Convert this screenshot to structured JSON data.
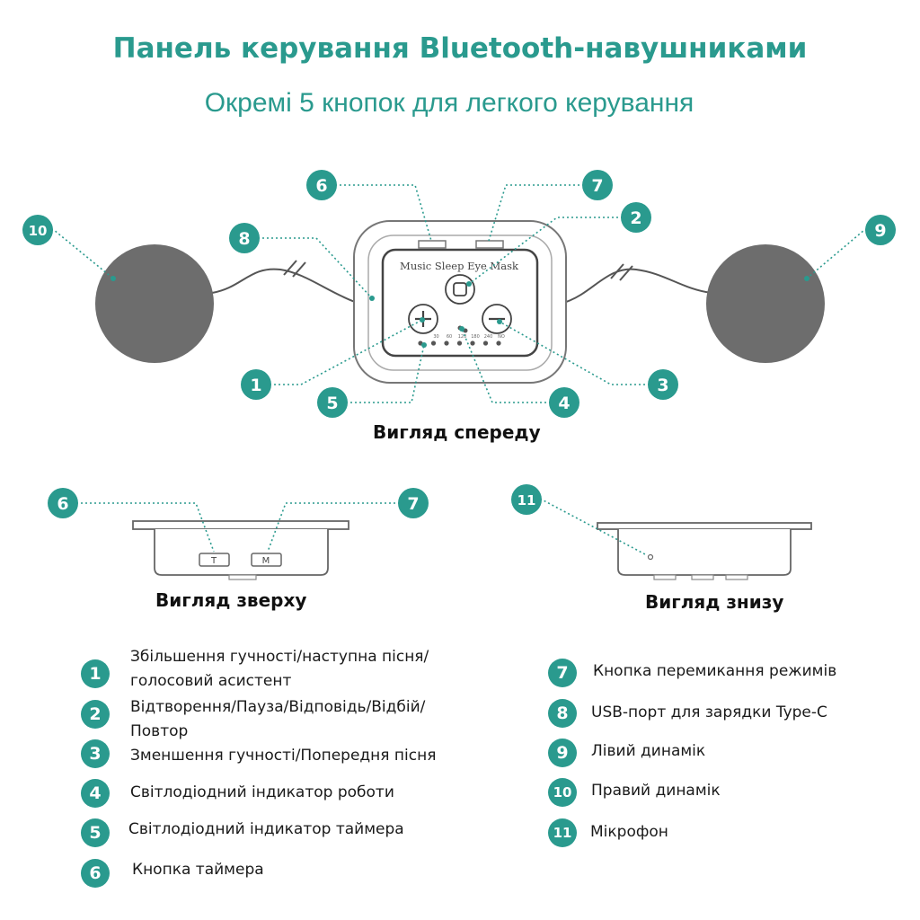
{
  "header": {
    "title": "Панель керування Bluetooth-навушниками",
    "subtitle": "Окремі 5 кнопок для легкого керування"
  },
  "colors": {
    "accent": "#2a9a8e",
    "speaker": "#6d6d6d",
    "outline": "#555555"
  },
  "device": {
    "mask_label": "Music Sleep Eye Mask",
    "timer_marks": [
      "30",
      "60",
      "120",
      "180",
      "240",
      "NO"
    ],
    "top_button_t": "T",
    "top_button_m": "M"
  },
  "callouts": {
    "c1": "1",
    "c2": "2",
    "c3": "3",
    "c4": "4",
    "c5": "5",
    "c6": "6",
    "c7": "7",
    "c8": "8",
    "c9": "9",
    "c10": "10",
    "c11": "11"
  },
  "views": {
    "front": "Вигляд спереду",
    "top": "Вигляд зверху",
    "bottom": "Вигляд знизу"
  },
  "legend": [
    {
      "num": "1",
      "lines": [
        "Збільшення гучності/наступна пісня/",
        "голосовий асистент"
      ]
    },
    {
      "num": "2",
      "lines": [
        "Відтворення/Пауза/Відповідь/Відбій/",
        "Повтор"
      ]
    },
    {
      "num": "3",
      "lines": [
        "Зменшення гучності/Попередня пісня"
      ]
    },
    {
      "num": "4",
      "lines": [
        "Світлодіодний індикатор роботи"
      ]
    },
    {
      "num": "5",
      "lines": [
        "Світлодіодний індикатор таймера"
      ]
    },
    {
      "num": "6",
      "lines": [
        "Кнопка таймера"
      ]
    },
    {
      "num": "7",
      "lines": [
        "Кнопка перемикання режимів"
      ]
    },
    {
      "num": "8",
      "lines": [
        "USB-порт для зарядки Type-C"
      ]
    },
    {
      "num": "9",
      "lines": [
        "Лівий динамік"
      ]
    },
    {
      "num": "10",
      "lines": [
        "Правий динамік"
      ]
    },
    {
      "num": "11",
      "lines": [
        "Мікрофон"
      ]
    }
  ]
}
